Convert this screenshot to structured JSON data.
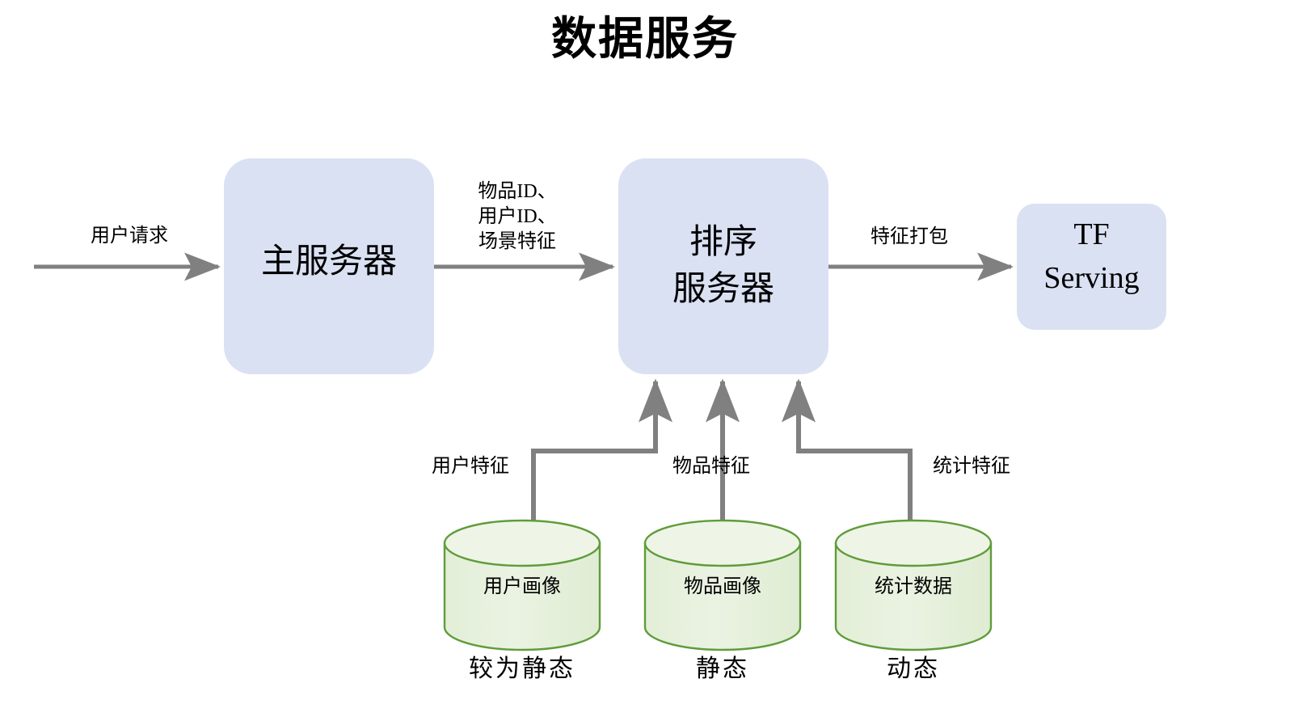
{
  "title": "数据服务",
  "colors": {
    "box_fill": "#dae1f3",
    "box_stroke": "#dae1f3",
    "cylinder_fill": "#e6efdc",
    "cylinder_top_fill": "#eef5e7",
    "cylinder_stroke": "#5f9c3a",
    "connector": "#808080",
    "text": "#000000",
    "background": "#ffffff"
  },
  "nodes": {
    "main_server": {
      "label": "主服务器"
    },
    "ranking_server": {
      "label_line1": "排序",
      "label_line2": "服务器"
    },
    "tf_serving": {
      "label_line1": "TF",
      "label_line2": "Serving"
    }
  },
  "edges": {
    "user_request": {
      "label": "用户请求"
    },
    "ids_and_context": {
      "line1": "物品ID、",
      "line2": "用户ID、",
      "line3": "场景特征"
    },
    "feature_package": {
      "label": "特征打包"
    },
    "user_feature": {
      "label": "用户特征"
    },
    "item_feature": {
      "label": "物品特征"
    },
    "stat_feature": {
      "label": "统计特征"
    }
  },
  "datastores": [
    {
      "label": "用户画像",
      "caption": "较为静态"
    },
    {
      "label": "物品画像",
      "caption": "静态"
    },
    {
      "label": "统计数据",
      "caption": "动态"
    }
  ]
}
